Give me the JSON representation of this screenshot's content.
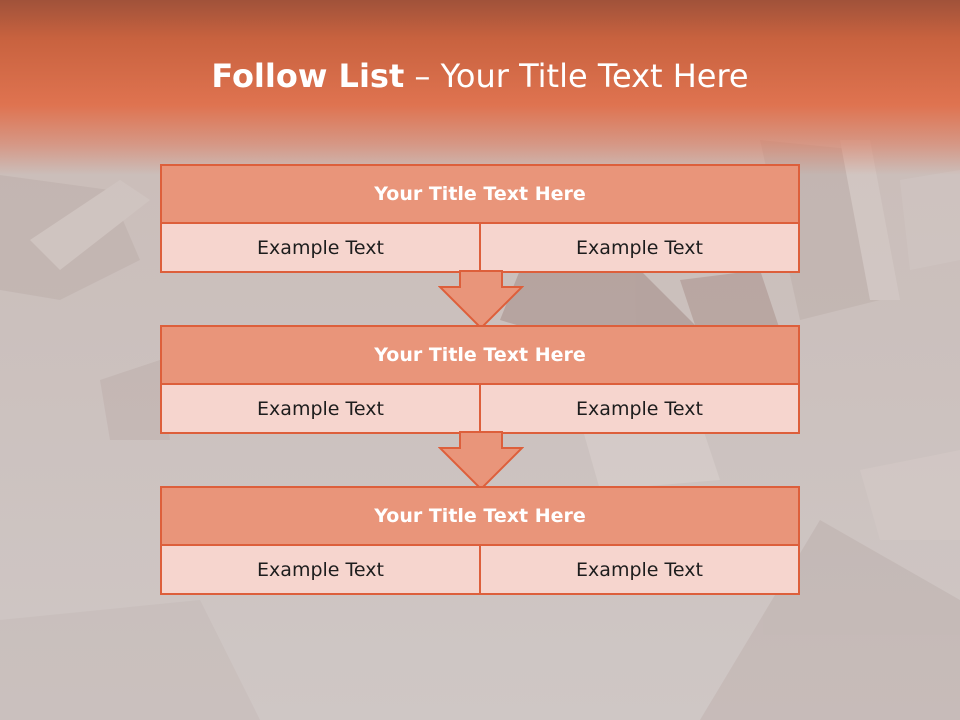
{
  "slide": {
    "title_bold": "Follow List",
    "title_separator": "–",
    "title_rest": "Your Title Text Here"
  },
  "blocks": [
    {
      "title": "Your Title Text Here",
      "cells": [
        "Example Text",
        "Example Text"
      ]
    },
    {
      "title": "Your Title Text Here",
      "cells": [
        "Example Text",
        "Example Text"
      ]
    },
    {
      "title": "Your Title Text Here",
      "cells": [
        "Example Text",
        "Example Text"
      ]
    }
  ],
  "colors": {
    "accent": "#dd5f3b",
    "header_band": "#df7350",
    "title_fill": "#e9957a",
    "cell_fill": "#f6d5ce",
    "background": "#cbc0bd"
  },
  "icons": {
    "connector": "down-arrow-icon"
  }
}
